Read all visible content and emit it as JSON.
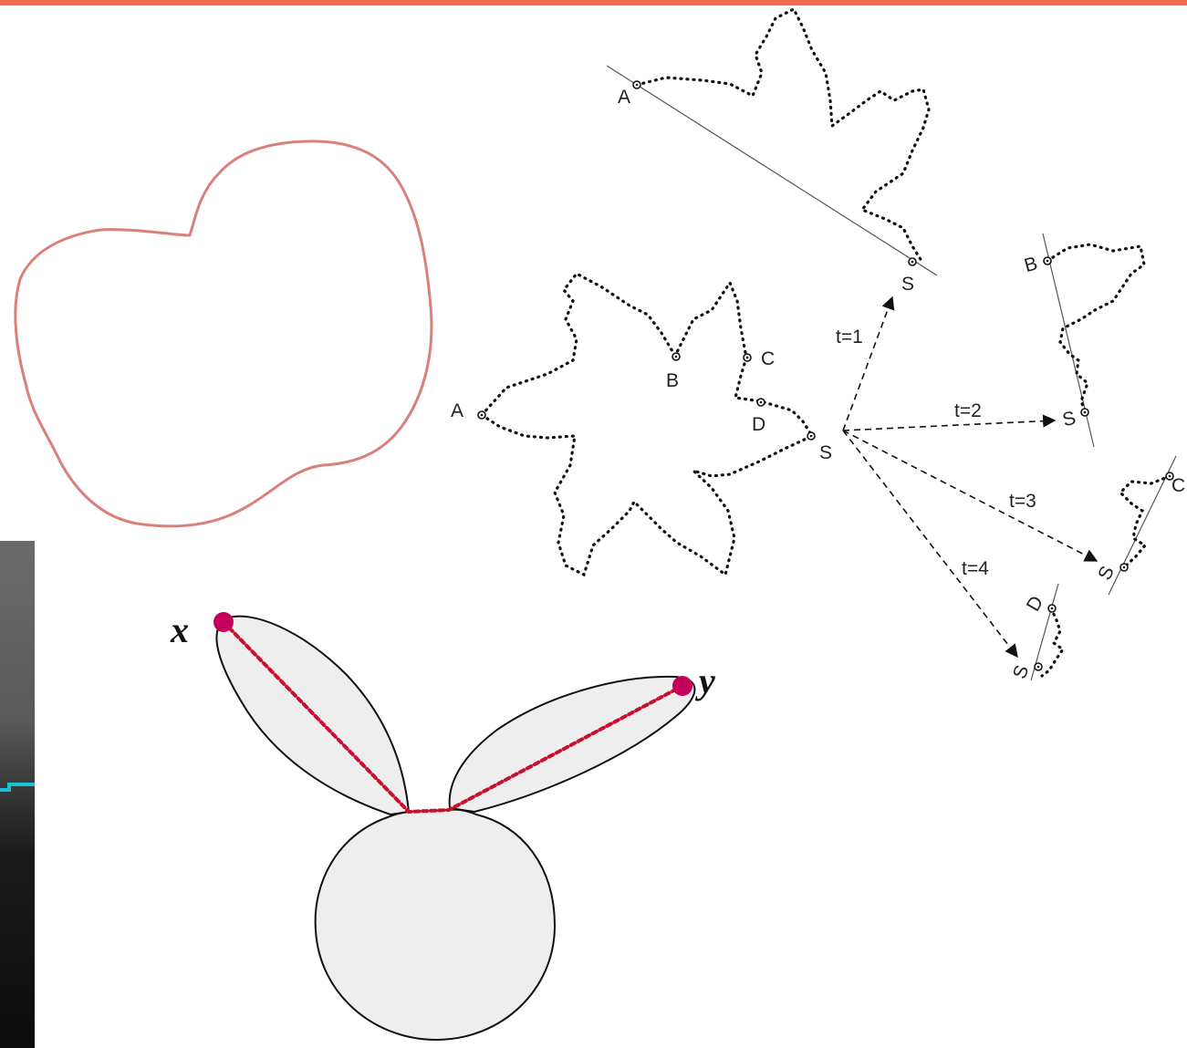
{
  "colors": {
    "top_bar": "#f26b4f",
    "blob_outline": "#d9807a",
    "bunny_fill": "#eeeeee",
    "bunny_stroke": "#111111",
    "geodesic": "#c8102e",
    "point_marker": "#c4005c",
    "photo_dark": "#111111",
    "photo_cyan": "#19c3d6"
  },
  "icons": {
    "point_marker": "circle-dot-icon",
    "arrow": "arrow-icon"
  },
  "shapes_figure": {
    "main_shape_labels": {
      "a": "A",
      "b": "B",
      "c": "C",
      "d": "D",
      "s": "S"
    },
    "transforms": [
      {
        "label": "t=1",
        "start": "A",
        "end": "S"
      },
      {
        "label": "t=2",
        "start": "B",
        "end": "S"
      },
      {
        "label": "t=3",
        "start": "C",
        "end": "S"
      },
      {
        "label": "t=4",
        "start": "D",
        "end": "S"
      }
    ]
  },
  "bunny_figure": {
    "point_x": "x",
    "point_y": "y"
  }
}
